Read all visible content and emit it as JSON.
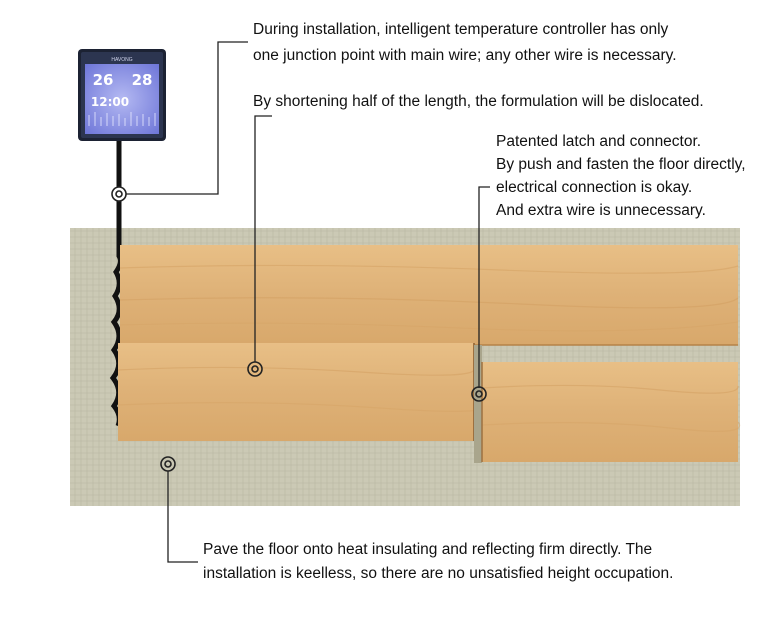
{
  "callouts": {
    "installation": {
      "line1": "During installation, intelligent temperature controller has only",
      "line2": "one junction point with main wire; any other wire is necessary."
    },
    "shortening": {
      "line1": "By shortening half of the length, the formulation will be dislocated."
    },
    "latch": {
      "line1": "Patented latch and connector.",
      "line2": "By push and fasten the floor directly,",
      "line3": "electrical connection is okay.",
      "line4": "And extra wire is unnecessary."
    },
    "pave": {
      "line1": "Pave the floor onto heat insulating and reflecting firm directly. The",
      "line2": "installation is keelless, so there are no unsatisfied height occupation."
    }
  },
  "thermostat": {
    "brand": "HAVONG",
    "temp_left": "26",
    "temp_right": "28",
    "time": "12:00"
  },
  "colors": {
    "underlay": "#c9c7b3",
    "wood": "#e2b57a",
    "wood_dark": "#c9944f",
    "leader": "#222222",
    "lcd": "#8e95e6",
    "bezel": "#1c2233"
  }
}
